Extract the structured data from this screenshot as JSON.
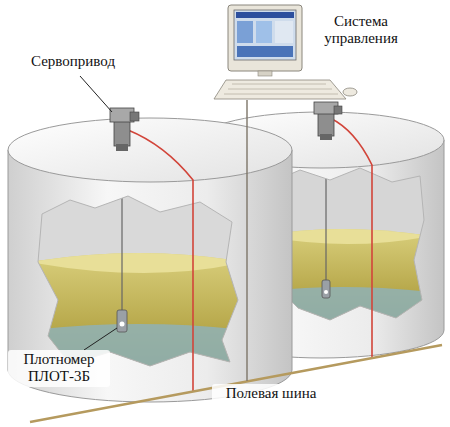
{
  "diagram": {
    "labels": [
      "Сервопривод",
      "Система управления",
      "Плотномер ПЛОТ-3Б",
      "Полевая шина"
    ]
  }
}
